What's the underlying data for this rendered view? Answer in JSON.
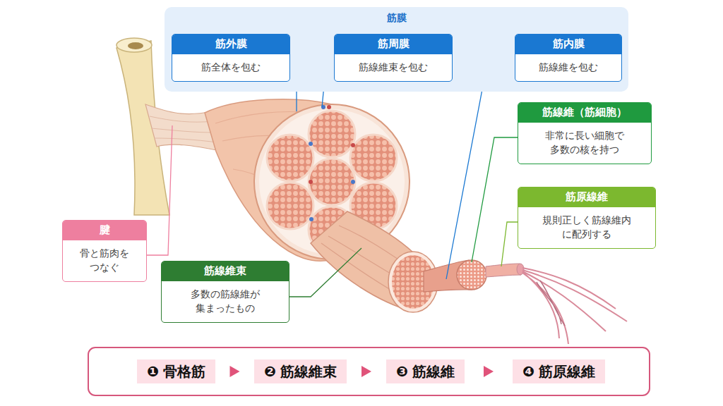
{
  "diagram": {
    "nodes": [
      {
        "text": [
          "筋膜"
        ]
      },
      {
        "text": [
          "筋外膜",
          "筋全体を包む"
        ],
        "in": 0
      },
      {
        "text": [
          "筋周膜",
          "筋線維束を包む"
        ],
        "in": 0
      },
      {
        "text": [
          "筋内膜",
          "筋線維を包む"
        ],
        "in": 0
      },
      {
        "text": [
          "筋線維（筋細胞）",
          "非常に長い細胞で 多数の核を持つ"
        ]
      },
      {
        "text": [
          "筋原線維",
          "規則正しく筋線維内 に配列する"
        ]
      },
      {
        "text": [
          "腱",
          "骨と筋肉を つなぐ"
        ]
      },
      {
        "text": [
          "筋線維束",
          "多数の筋線維が 集まったもの"
        ]
      },
      {
        "text": [
          "❶",
          "骨格筋"
        ]
      },
      {
        "text": [
          "❷",
          "筋線維束"
        ]
      },
      {
        "text": [
          "❸",
          "筋線維"
        ]
      },
      {
        "text": [
          "❹",
          "筋原線維"
        ]
      }
    ],
    "edges": [
      {
        "from": 8,
        "to": 9,
        "arrow": "to"
      },
      {
        "from": 9,
        "to": 10,
        "arrow": "to"
      },
      {
        "from": 10,
        "to": 11,
        "arrow": "to"
      }
    ]
  }
}
